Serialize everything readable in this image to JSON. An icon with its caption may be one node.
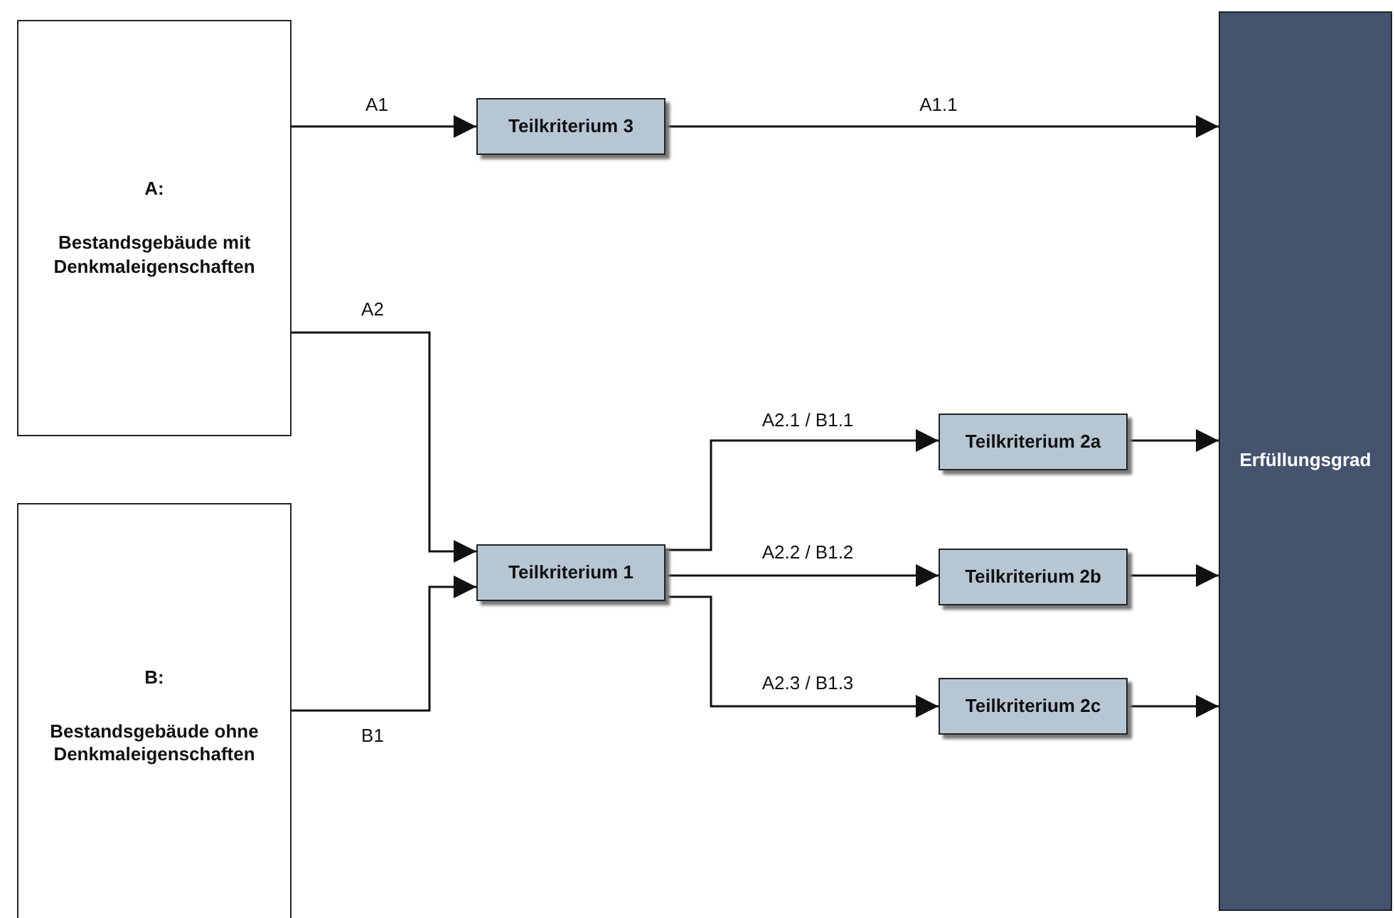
{
  "diagram": {
    "nodes": [
      {
        "text": [
          "A:",
          "Bestandsgebäude mit Denkmaleigenschaften"
        ]
      },
      {
        "text": [
          "B:",
          "Bestandsgebäude ohne Denkmaleigenschaften"
        ]
      },
      {
        "text": [
          "Teilkriterium 3"
        ]
      },
      {
        "text": [
          "Teilkriterium 1"
        ]
      },
      {
        "text": [
          "Teilkriterium 2a"
        ]
      },
      {
        "text": [
          "Teilkriterium 2b"
        ]
      },
      {
        "text": [
          "Teilkriterium 2c"
        ]
      },
      {
        "text": [
          "Erfüllungsgrad"
        ]
      }
    ],
    "edges": [
      {
        "from": 0,
        "to": 2,
        "arrow": "to",
        "label": "A1"
      },
      {
        "from": 2,
        "to": 7,
        "arrow": "to",
        "label": "A1.1"
      },
      {
        "from": 0,
        "to": 3,
        "arrow": "to",
        "label": "A2"
      },
      {
        "from": 1,
        "to": 3,
        "arrow": "to",
        "label": "B1"
      },
      {
        "from": 3,
        "to": 4,
        "arrow": "to",
        "label": "A2.1 / B1.1"
      },
      {
        "from": 3,
        "to": 5,
        "arrow": "to",
        "label": "A2.2 / B1.2"
      },
      {
        "from": 3,
        "to": 6,
        "arrow": "to",
        "label": "A2.3 / B1.3"
      },
      {
        "from": 4,
        "to": 7,
        "arrow": "to"
      },
      {
        "from": 5,
        "to": 7,
        "arrow": "to"
      },
      {
        "from": 6,
        "to": 7,
        "arrow": "to"
      }
    ]
  }
}
